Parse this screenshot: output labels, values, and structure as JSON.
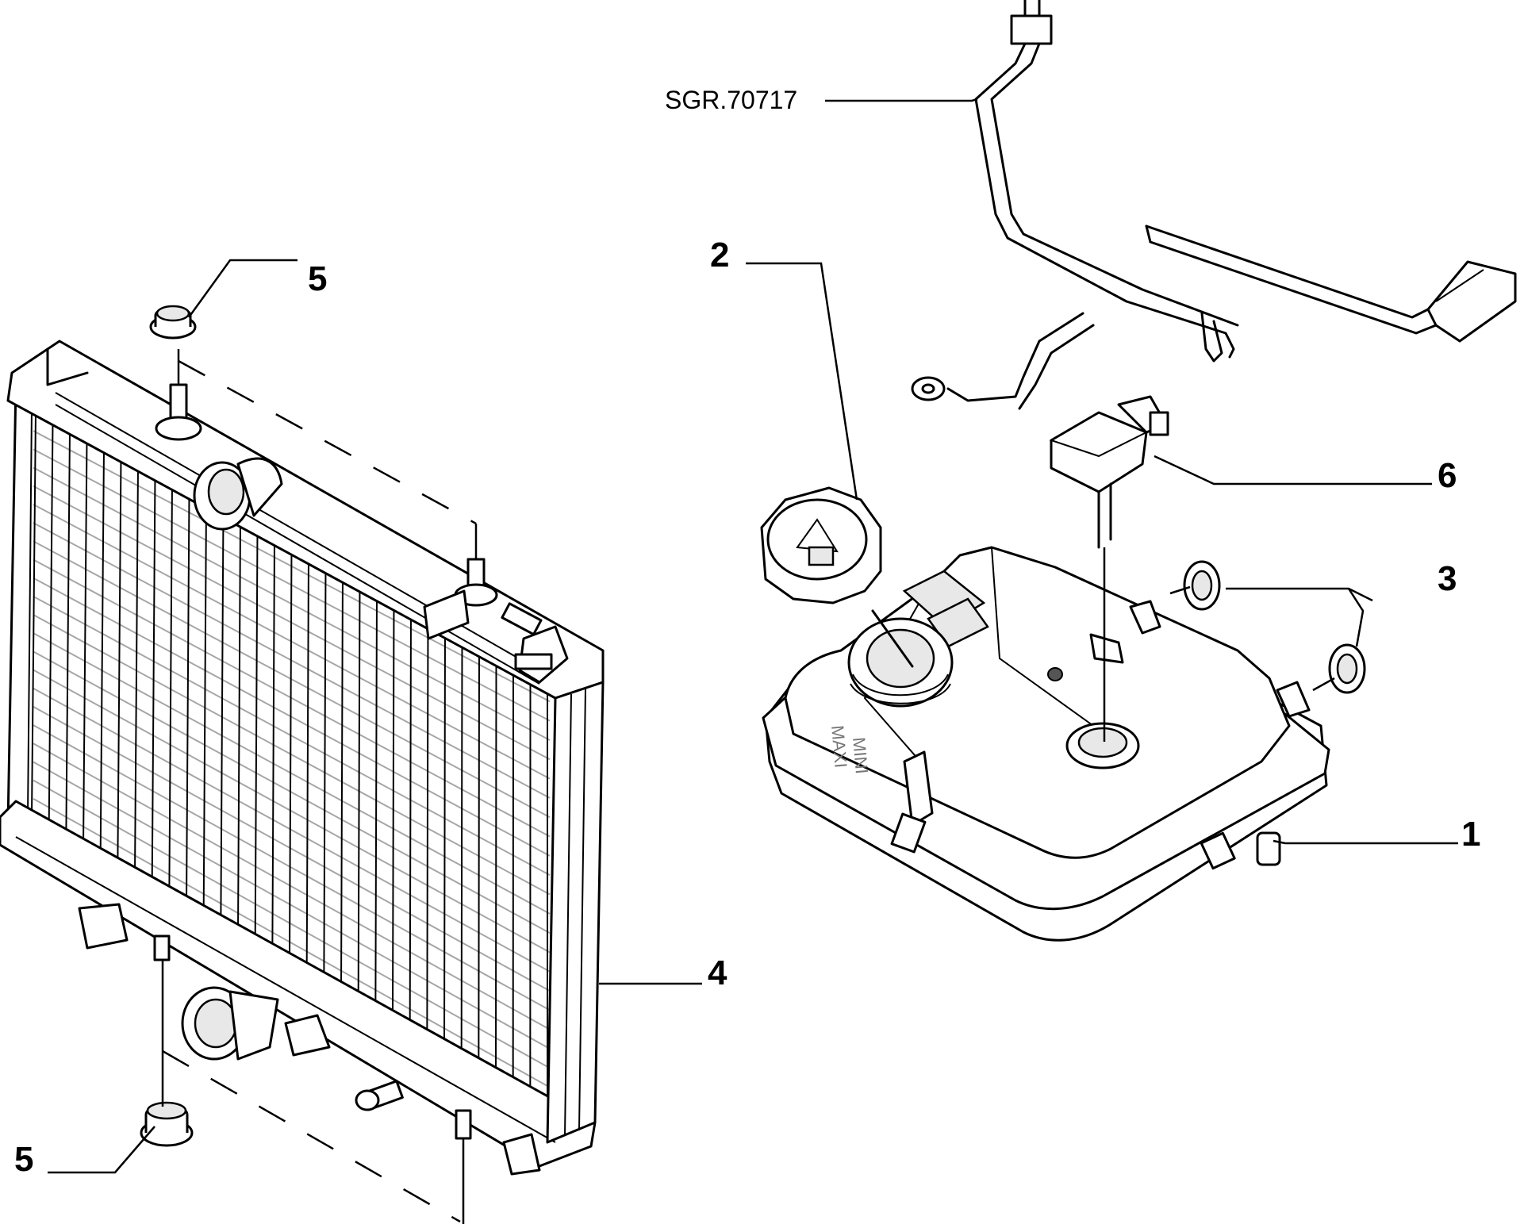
{
  "diagram": {
    "reference_code": "SGR.70717",
    "callouts": {
      "c1": "1",
      "c2": "2",
      "c3": "3",
      "c4": "4",
      "c5_top": "5",
      "c5_bottom": "5",
      "c6": "6"
    },
    "tank_markings": {
      "maxi": "MAXI",
      "mini": "MINI"
    }
  }
}
